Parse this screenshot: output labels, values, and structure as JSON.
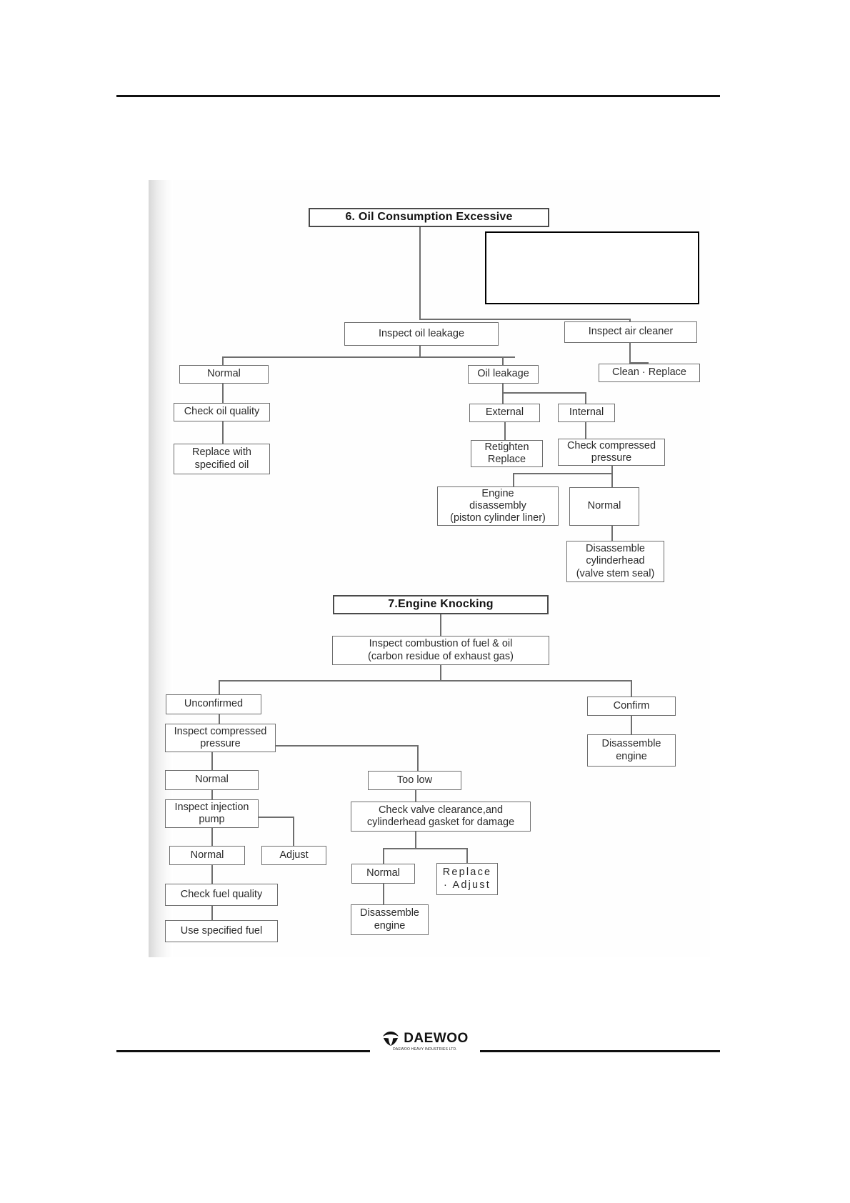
{
  "document": {
    "type": "service-manual-troubleshooting-page",
    "footer": {
      "brand": "DAEWOO",
      "subtitle": "DAEWOO HEAVY INDUSTRIES LTD."
    }
  },
  "flowcharts": [
    {
      "id": "section-6",
      "title": "6. Oil Consumption Excessive",
      "nodes": {
        "blank_note": "",
        "inspect_oil_leakage": "Inspect oil leakage",
        "inspect_air_cleaner": "Inspect air cleaner",
        "normal_left": "Normal",
        "oil_leakage": "Oil leakage",
        "clean_replace": "Clean · Replace",
        "check_oil_quality": "Check oil quality",
        "external": "External",
        "internal": "Internal",
        "replace_with_specified_oil": "Replace with\nspecified oil",
        "retighten_replace": "Retighten\nReplace",
        "check_compressed_pressure": "Check compressed\npressure",
        "engine_disassembly": "Engine\ndisassembly\n(piston cylinder liner)",
        "normal_right": "Normal",
        "disassemble_cylinderhead": "Disassemble\ncylinderhead\n(valve stem seal)"
      }
    },
    {
      "id": "section-7",
      "title": "7.Engine Knocking",
      "nodes": {
        "inspect_combustion": "Inspect combustion of fuel & oil\n(carbon residue of exhaust gas)",
        "unconfirmed": "Unconfirmed",
        "confirm": "Confirm",
        "inspect_compressed_pressure": "Inspect compressed\npressure",
        "disassemble_engine_right": "Disassemble\nengine",
        "normal_1": "Normal",
        "too_low": "Too low",
        "inspect_injection_pump": "Inspect injection\npump",
        "check_valve_clearance": "Check valve clearance,and\ncylinderhead gasket for damage",
        "normal_2": "Normal",
        "adjust": "Adjust",
        "normal_3": "Normal",
        "replace_adjust": "Replace\n· Adjust",
        "check_fuel_quality": "Check fuel quality",
        "disassemble_engine_mid": "Disassemble\nengine",
        "use_specified_fuel": "Use specified fuel"
      }
    }
  ]
}
